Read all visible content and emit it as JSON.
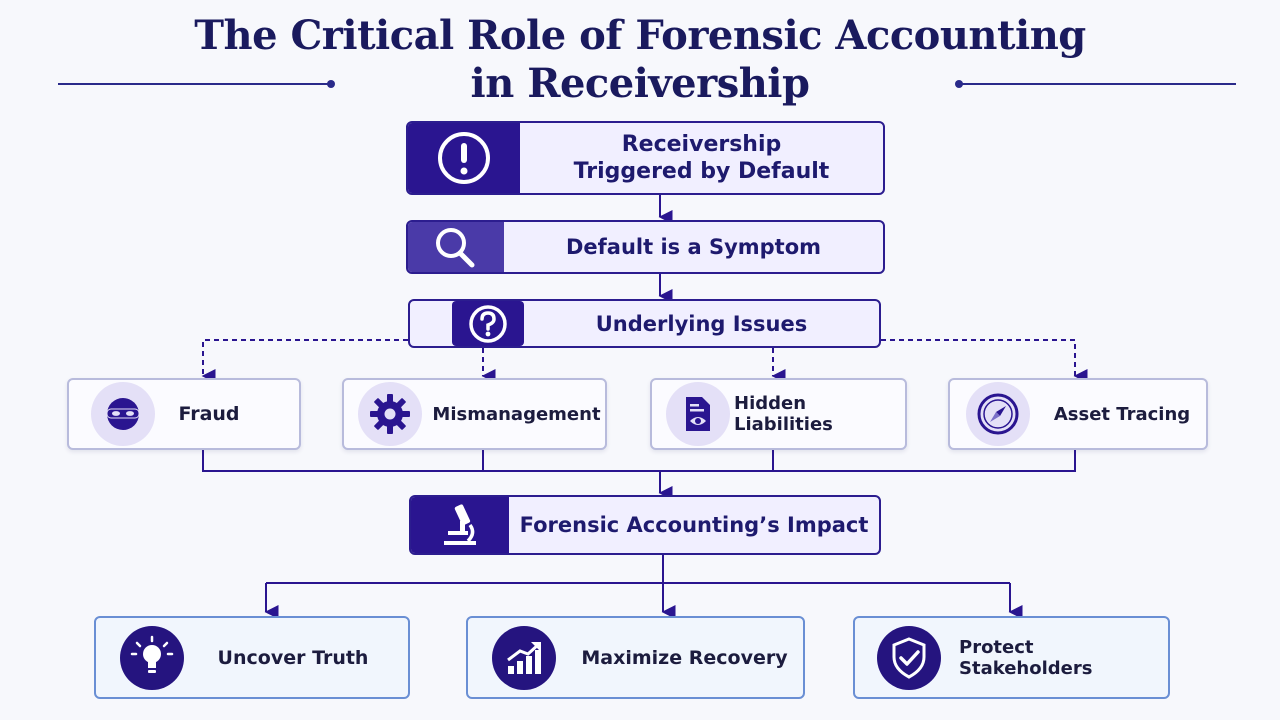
{
  "title": {
    "line1": "The Critical Role of Forensic Accounting",
    "line2": "in Receivership"
  },
  "flow": [
    {
      "line1": "Receivership",
      "line2": "Triggered by Default",
      "icon": "exclamation-icon"
    },
    {
      "line1": "Default is a Symptom",
      "icon": "magnifier-icon"
    },
    {
      "line1": "Underlying Issues",
      "icon": "question-icon"
    }
  ],
  "issues": [
    {
      "label": "Fraud",
      "icon": "mask-icon"
    },
    {
      "label": "Mismanagement",
      "icon": "gear-icon"
    },
    {
      "label": "Hidden Liabilities",
      "icon": "document-eye-icon"
    },
    {
      "label": "Asset Tracing",
      "icon": "compass-icon"
    }
  ],
  "impact": {
    "label": "Forensic Accounting’s Impact",
    "icon": "microscope-icon"
  },
  "outcomes": [
    {
      "label": "Uncover Truth",
      "icon": "lightbulb-icon"
    },
    {
      "label": "Maximize Recovery",
      "icon": "growth-chart-icon"
    },
    {
      "label": "Protect Stakeholders",
      "icon": "shield-check-icon"
    }
  ],
  "colors": {
    "primary": "#2a1590",
    "title": "#1a1a5e",
    "box_fill": "#f1efff",
    "outcome_border": "#6a8fd4"
  }
}
